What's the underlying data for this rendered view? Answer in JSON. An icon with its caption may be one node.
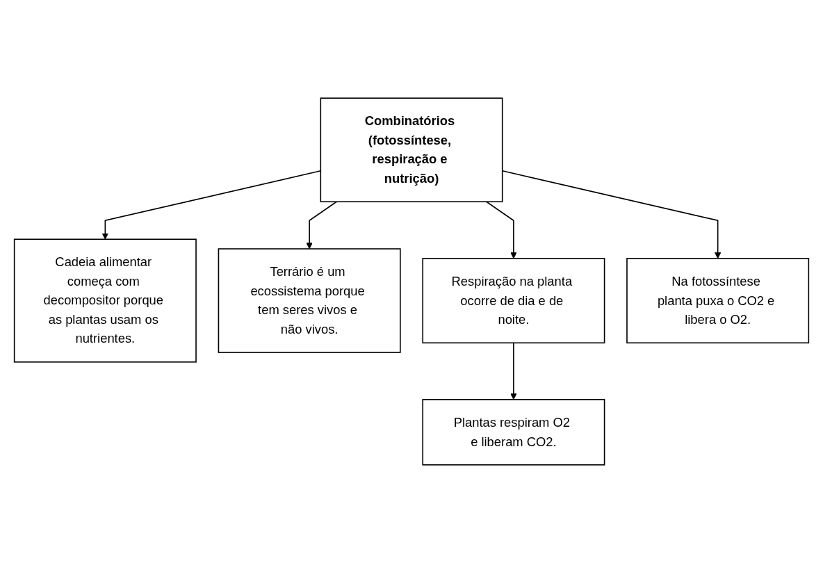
{
  "diagram": {
    "nodes": [
      {
        "text": [
          "Combinatórios (fotossíntese, respiração e nutrição)"
        ]
      },
      {
        "text": [
          "Cadeia alimentar começa com decompositor porque as plantas usam os nutrientes."
        ]
      },
      {
        "text": [
          "Terrário é um ecossistema porque tem seres vivos e não vivos."
        ]
      },
      {
        "text": [
          "Respiração na planta ocorre de dia e de noite."
        ]
      },
      {
        "text": [
          "Na fotossíntese planta puxa o CO2 e libera o O2."
        ]
      },
      {
        "text": [
          "Plantas respiram O2 e liberam CO2."
        ]
      }
    ],
    "edges": [
      {
        "from": 0,
        "to": 1,
        "arrow": "to"
      },
      {
        "from": 0,
        "to": 2,
        "arrow": "to"
      },
      {
        "from": 0,
        "to": 3,
        "arrow": "to"
      },
      {
        "from": 0,
        "to": 4,
        "arrow": "to"
      },
      {
        "from": 3,
        "to": 5,
        "arrow": "to"
      }
    ]
  }
}
